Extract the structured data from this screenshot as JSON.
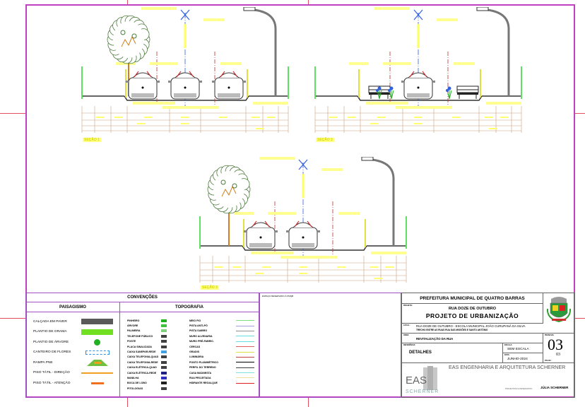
{
  "sections": [
    {
      "label": "SEÇÃO 1"
    },
    {
      "label": "SEÇÃO 2"
    },
    {
      "label": "SEÇÃO 3"
    }
  ],
  "conventions": {
    "title": "CONVENÇÕES",
    "landscaping_title": "PAISAGISMO",
    "topography_title": "TOPOGRAFIA",
    "landscaping": [
      {
        "label": "CALÇADA EM PAVER",
        "color": "#5a5a5a"
      },
      {
        "label": "PLANTIO DE GRAMA",
        "color": "#70e020"
      },
      {
        "label": "PLANTIO DE ÁRVORE",
        "color": "#20b020"
      },
      {
        "label": "CANTEIRO DE FLORES",
        "color": "#3090e0"
      },
      {
        "label": "RAMPA PNE",
        "color": "#70c040"
      },
      {
        "label": "PISO TÁTIL - DIREÇÃO",
        "color": "#f0a020"
      },
      {
        "label": "PISO TÁTIL - ATENÇÃO",
        "color": "#f07020"
      }
    ],
    "topography_left": [
      {
        "label": "PINHEIRO",
        "color": "#20b020"
      },
      {
        "label": "ÁRVORE",
        "color": "#40c040"
      },
      {
        "label": "PALMEIRA",
        "color": "#80d080"
      },
      {
        "label": "TELEFONE PÚBLICO",
        "color": "#404040"
      },
      {
        "label": "POSTE",
        "color": "#404040"
      },
      {
        "label": "PLACA SINALIZADA",
        "color": "#404040"
      },
      {
        "label": "CAIXA SANEPAR-REDE",
        "color": "#40a0e0"
      },
      {
        "label": "CAIXA TELEFONIA-QUAD",
        "color": "#404040"
      },
      {
        "label": "CAIXA TELEFONIA-REDE",
        "color": "#404040"
      },
      {
        "label": "CAIXA ELÉTRICA-QUAD",
        "color": "#404040"
      },
      {
        "label": "CAIXA ELÉTRICA-REDE",
        "color": "#202080"
      },
      {
        "label": "MANILHA",
        "color": "#3030c0"
      },
      {
        "label": "BOCA DE LOBO",
        "color": "#202020"
      },
      {
        "label": "PITOLOGIAS",
        "color": "#404040"
      }
    ],
    "topography_right": [
      {
        "label": "MEIO FIO",
        "color": "#80e080"
      },
      {
        "label": "PISTA ANTI-PÓ",
        "color": "#a0a0e0"
      },
      {
        "label": "PISTA SAIBRO",
        "color": "#909090"
      },
      {
        "label": "MURO ALVENARIA",
        "color": "#60e0e0"
      },
      {
        "label": "MURO PRÉ-FABRIC.",
        "color": "#60e0e0"
      },
      {
        "label": "CERCAS",
        "color": "#e06060"
      },
      {
        "label": "GRADIS",
        "color": "#e0e040"
      },
      {
        "label": "LUMINÁRIA",
        "color": "#c04040"
      },
      {
        "label": "PONTO PLANIMÉTRICO",
        "color": "#000000"
      },
      {
        "label": "PERFIL DO TERRENO",
        "color": "#404040"
      },
      {
        "label": "CASA MAD/MISTA",
        "color": "#80e0e0"
      },
      {
        "label": "RUA PROJETADA",
        "color": "#f0e0a0"
      },
      {
        "label": "HIDRANTE REGALQUE",
        "color": "#e02020"
      }
    ]
  },
  "reserved": "ESPAÇO RESERVADO À PMQB",
  "title_block": {
    "municipality": "PREFEITURA MUNICIPAL DE QUATRO BARRAS",
    "project_label": "PROJETO:",
    "street": "RUA DOZE DE OUTUBRO",
    "project": "PROJETO DE URBANIZAÇÃO",
    "location_label": "LOCAL:",
    "location": "RUA DOZE DE OUTUBRO - ESCOLA MUNICIPAL JOÃO CURUPANÃ DA SILVA",
    "stretch": "TRECHO ENTRE AS RUAS RUA DAS MISSÕES E SANTO ANTÔNIO",
    "work_label": "OBRA:",
    "work": "REVITALIZAÇÃO DA RUA",
    "reference_label": "REFERÊNCIA:",
    "reference": "DETALHES",
    "scale_label": "ESCALA:",
    "scale": "SEM ESCALA",
    "date_label": "DATA:",
    "date": "JUNHO-2024",
    "sheet_label": "PRANCHA:",
    "sheet": "03",
    "sheets_total": "03",
    "folhas_label": "FOLHA:",
    "company": "EAS ENGENHARIA E ARQUITETURA SCHERNER",
    "logo_text": "EAS",
    "logo_sub": "SCHERNER",
    "author_name": "JÚLIA SCHERNER",
    "author_label": "PROJETISTA E DESENHISTA:"
  }
}
